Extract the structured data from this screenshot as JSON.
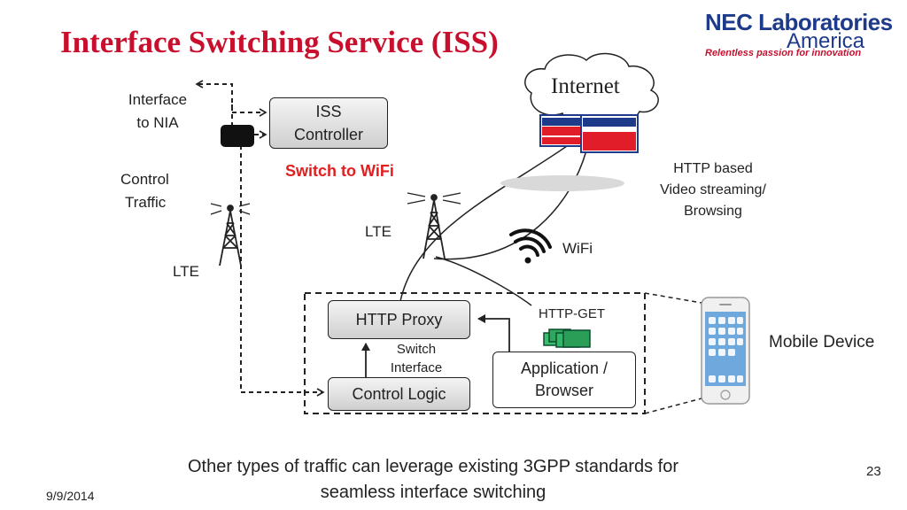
{
  "slide": {
    "title": "Interface Switching Service (ISS)",
    "logo": {
      "line1": "NEC Laboratories",
      "line2": "America",
      "tagline": "Relentless passion for innovation"
    },
    "labels": {
      "interface_to_nia_1": "Interface",
      "interface_to_nia_2": "to NIA",
      "control_traffic_1": "Control",
      "control_traffic_2": "Traffic",
      "lte_left": "LTE",
      "lte_center": "LTE",
      "internet": "Internet",
      "switch_to_wifi": "Switch to WiFi",
      "http_based_1": "HTTP based",
      "http_based_2": "Video streaming/",
      "http_based_3": "Browsing",
      "wifi": "WiFi",
      "http_get": "HTTP-GET",
      "switch_interface_1": "Switch",
      "switch_interface_2": "Interface",
      "mobile_device": "Mobile Device"
    },
    "boxes": {
      "iss_controller_1": "ISS",
      "iss_controller_2": "Controller",
      "http_proxy": "HTTP Proxy",
      "control_logic": "Control Logic",
      "app_browser_1": "Application /",
      "app_browser_2": "Browser"
    },
    "footer": {
      "line1": "Other types of traffic can leverage existing 3GPP standards for",
      "line2": "seamless interface switching",
      "date": "9/9/2014",
      "page_number": "23"
    }
  }
}
